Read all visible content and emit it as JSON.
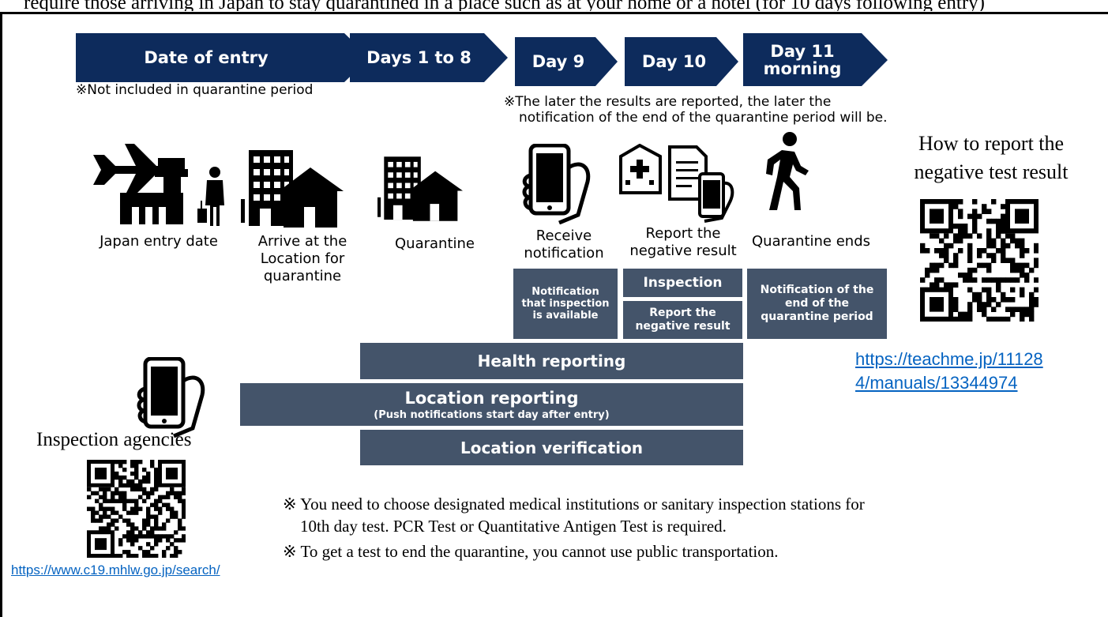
{
  "header": {
    "text": "require those arriving in Japan to stay quarantined in a place such as at your home or a hotel (for 10 days following entry)"
  },
  "timeline": {
    "steps": [
      {
        "label": "Date of entry"
      },
      {
        "label": "Days 1 to 8"
      },
      {
        "label": "Day 9"
      },
      {
        "label": "Day 10"
      },
      {
        "label": "Day 11 morning"
      }
    ],
    "note_entry": "※Not included in quarantine period",
    "note_results_1": "※The later the results are reported, the later the",
    "note_results_2": "notification of the end of the quarantine period will be."
  },
  "stages": {
    "entry": "Japan entry date",
    "arrive": "Arrive at the Location for quarantine",
    "quarantine": "Quarantine",
    "receive": "Receive notification",
    "report": "Report the negative result",
    "ends": "Quarantine ends"
  },
  "boxes": {
    "notification": "Notification that inspection is available",
    "inspection": "Inspection",
    "report_negative": "Report the negative result",
    "end_notification": "Notification of the end of the quarantine period",
    "health": "Health reporting",
    "location_reporting": "Location reporting",
    "location_reporting_sub": "(Push notifications start day after entry)",
    "location_verification": "Location verification"
  },
  "report_section": {
    "title_line1": "How to report the",
    "title_line2": "negative test result",
    "url_line1": "https://teachme.jp/11128",
    "url_line2": "4/manuals/13344974"
  },
  "agencies": {
    "title": "Inspection agencies",
    "url": "https://www.c19.mhlw.go.jp/search/"
  },
  "notes": {
    "line1": "※ You need to choose designated medical institutions or sanitary inspection stations for",
    "line2": "10th day test. PCR Test or Quantitative Antigen Test is required.",
    "line3": "※ To get a test to end the quarantine, you cannot use public transportation."
  },
  "colors": {
    "navy": "#0d2b5c",
    "box": "#44546a",
    "link": "#0563c1"
  }
}
